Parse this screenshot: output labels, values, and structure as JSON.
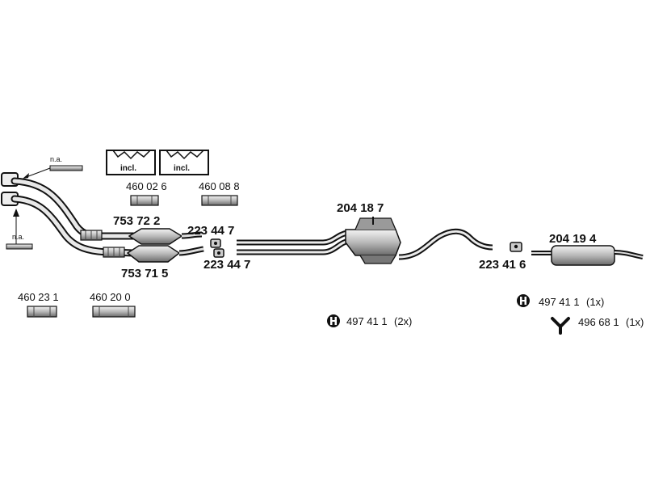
{
  "notes": {
    "not_available": "n.a.",
    "included": "incl."
  },
  "parts": {
    "p460026": "460 02 6",
    "p460088": "460 08 8",
    "p753722": "753 72 2",
    "p753715": "753 71 5",
    "p223447a": "223 44 7",
    "p223447b": "223 44 7",
    "p460231": "460 23 1",
    "p460200": "460 20 0",
    "p204187": "204 18 7",
    "p223416": "223 41 6",
    "p204194": "204 19 4"
  },
  "mounts": {
    "m1": {
      "code": "497 41 1",
      "qty": "(2x)"
    },
    "m2": {
      "code": "497 41 1",
      "qty": "(1x)"
    },
    "m3": {
      "code": "496 68 1",
      "qty": "(1x)"
    }
  },
  "colors": {
    "line": "#111111",
    "metal": "#cfcfcf",
    "dark": "#555555"
  }
}
